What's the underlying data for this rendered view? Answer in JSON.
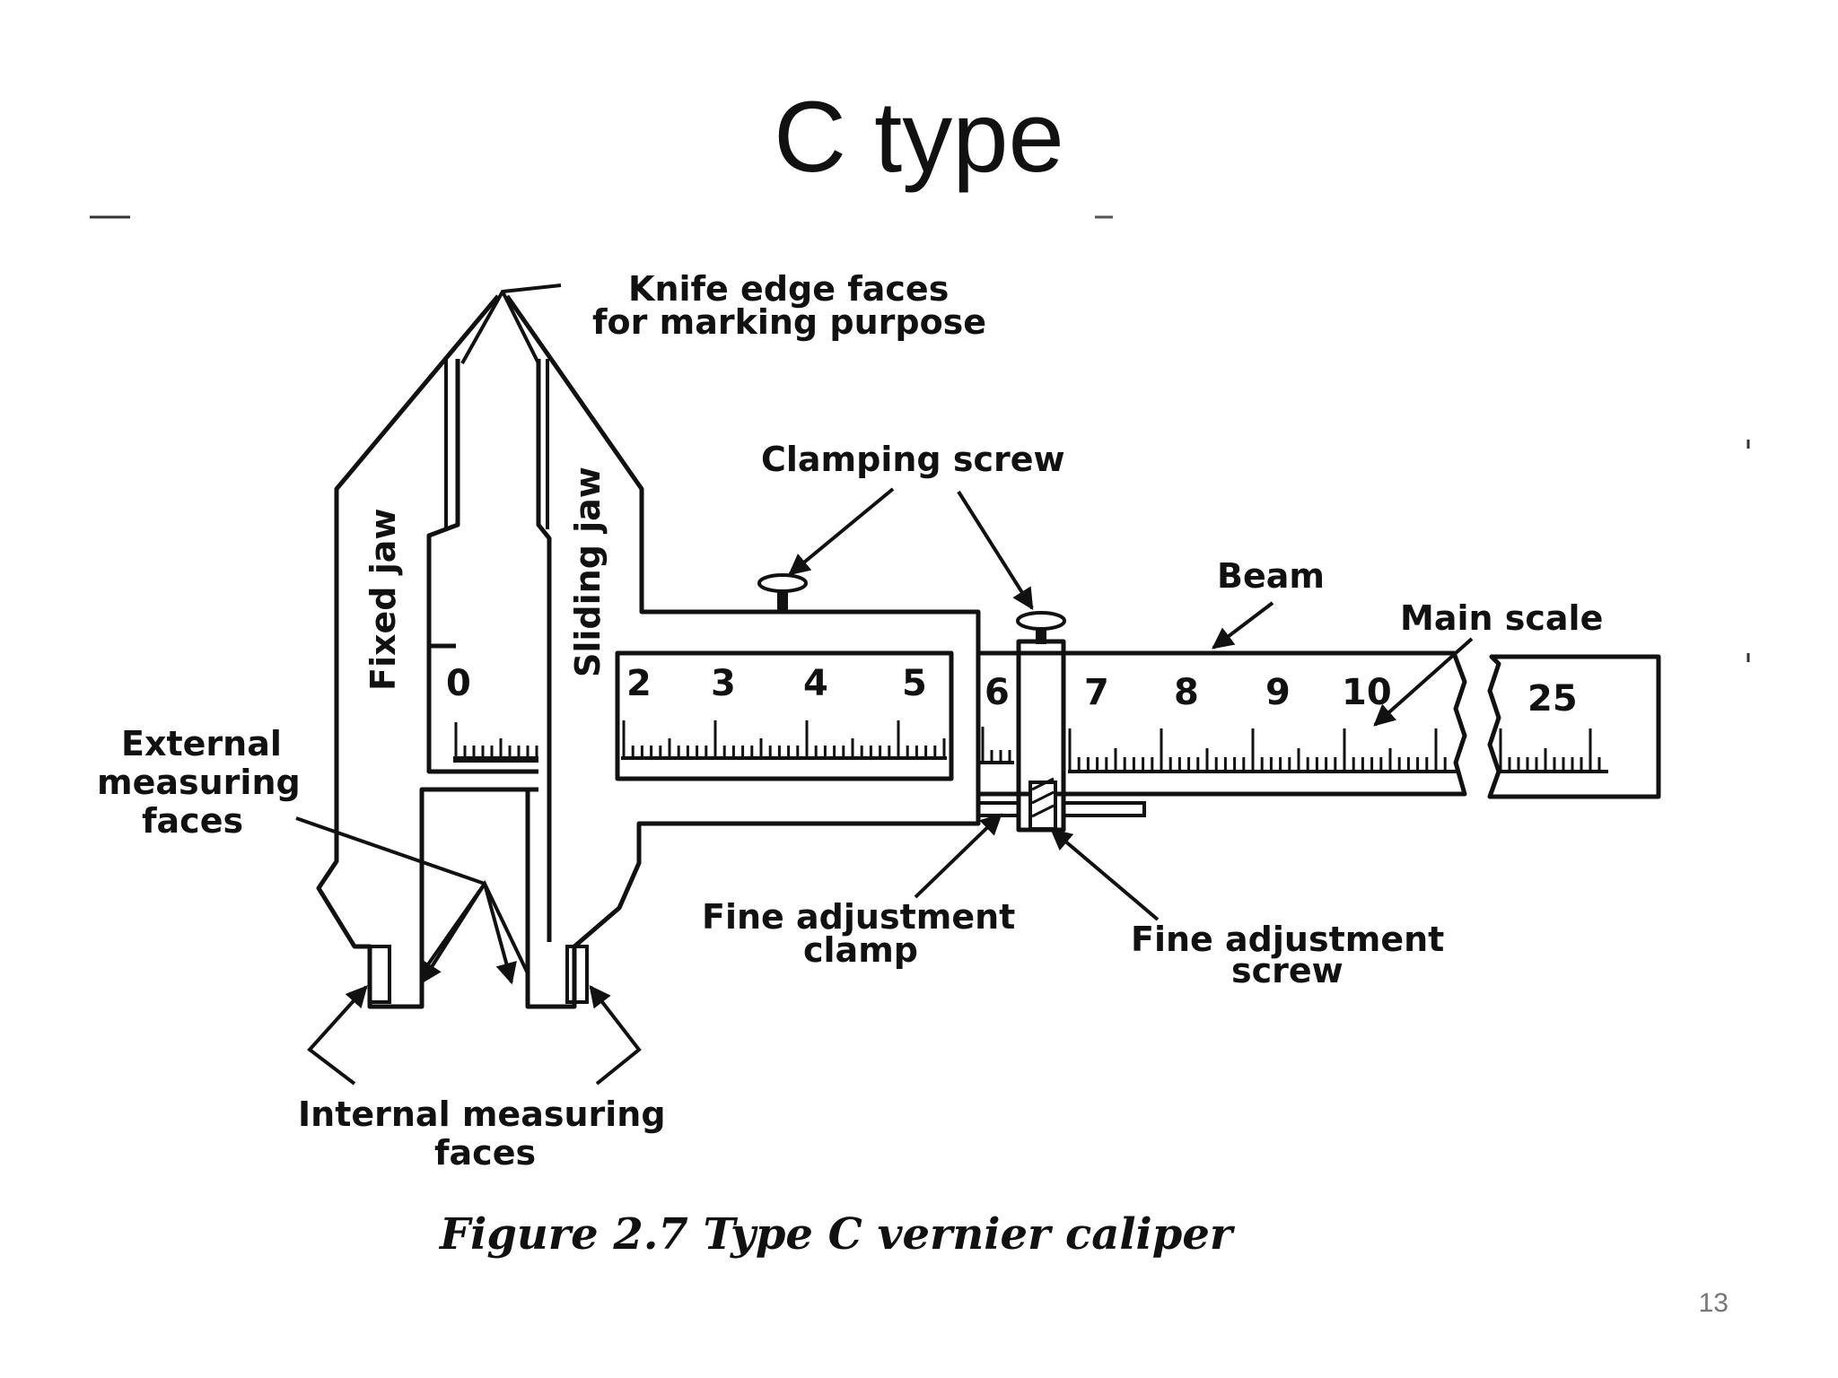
{
  "slide": {
    "title": "C type",
    "page_number": "13"
  },
  "figure": {
    "caption": "Figure 2.7 Type C vernier caliper",
    "labels": {
      "knife_edge_line1": "Knife edge faces",
      "knife_edge_line2": "for marking purpose",
      "clamping_screw": "Clamping screw",
      "beam": "Beam",
      "main_scale": "Main scale",
      "fixed_jaw": "Fixed jaw",
      "sliding_jaw": "Sliding jaw",
      "external_line1": "External",
      "external_line2": "measuring",
      "external_line3": "faces",
      "fine_clamp_line1": "Fine adjustment",
      "fine_clamp_line2": "clamp",
      "fine_screw_line1": "Fine adjustment",
      "fine_screw_line2": "screw",
      "internal_line1": "Internal measuring",
      "internal_line2": "faces"
    },
    "scale_numbers": {
      "n0": "0",
      "n2": "2",
      "n3": "3",
      "n4": "4",
      "n5": "5",
      "n6": "6",
      "n7": "7",
      "n8": "8",
      "n9": "9",
      "n10": "10",
      "n25": "25"
    }
  }
}
